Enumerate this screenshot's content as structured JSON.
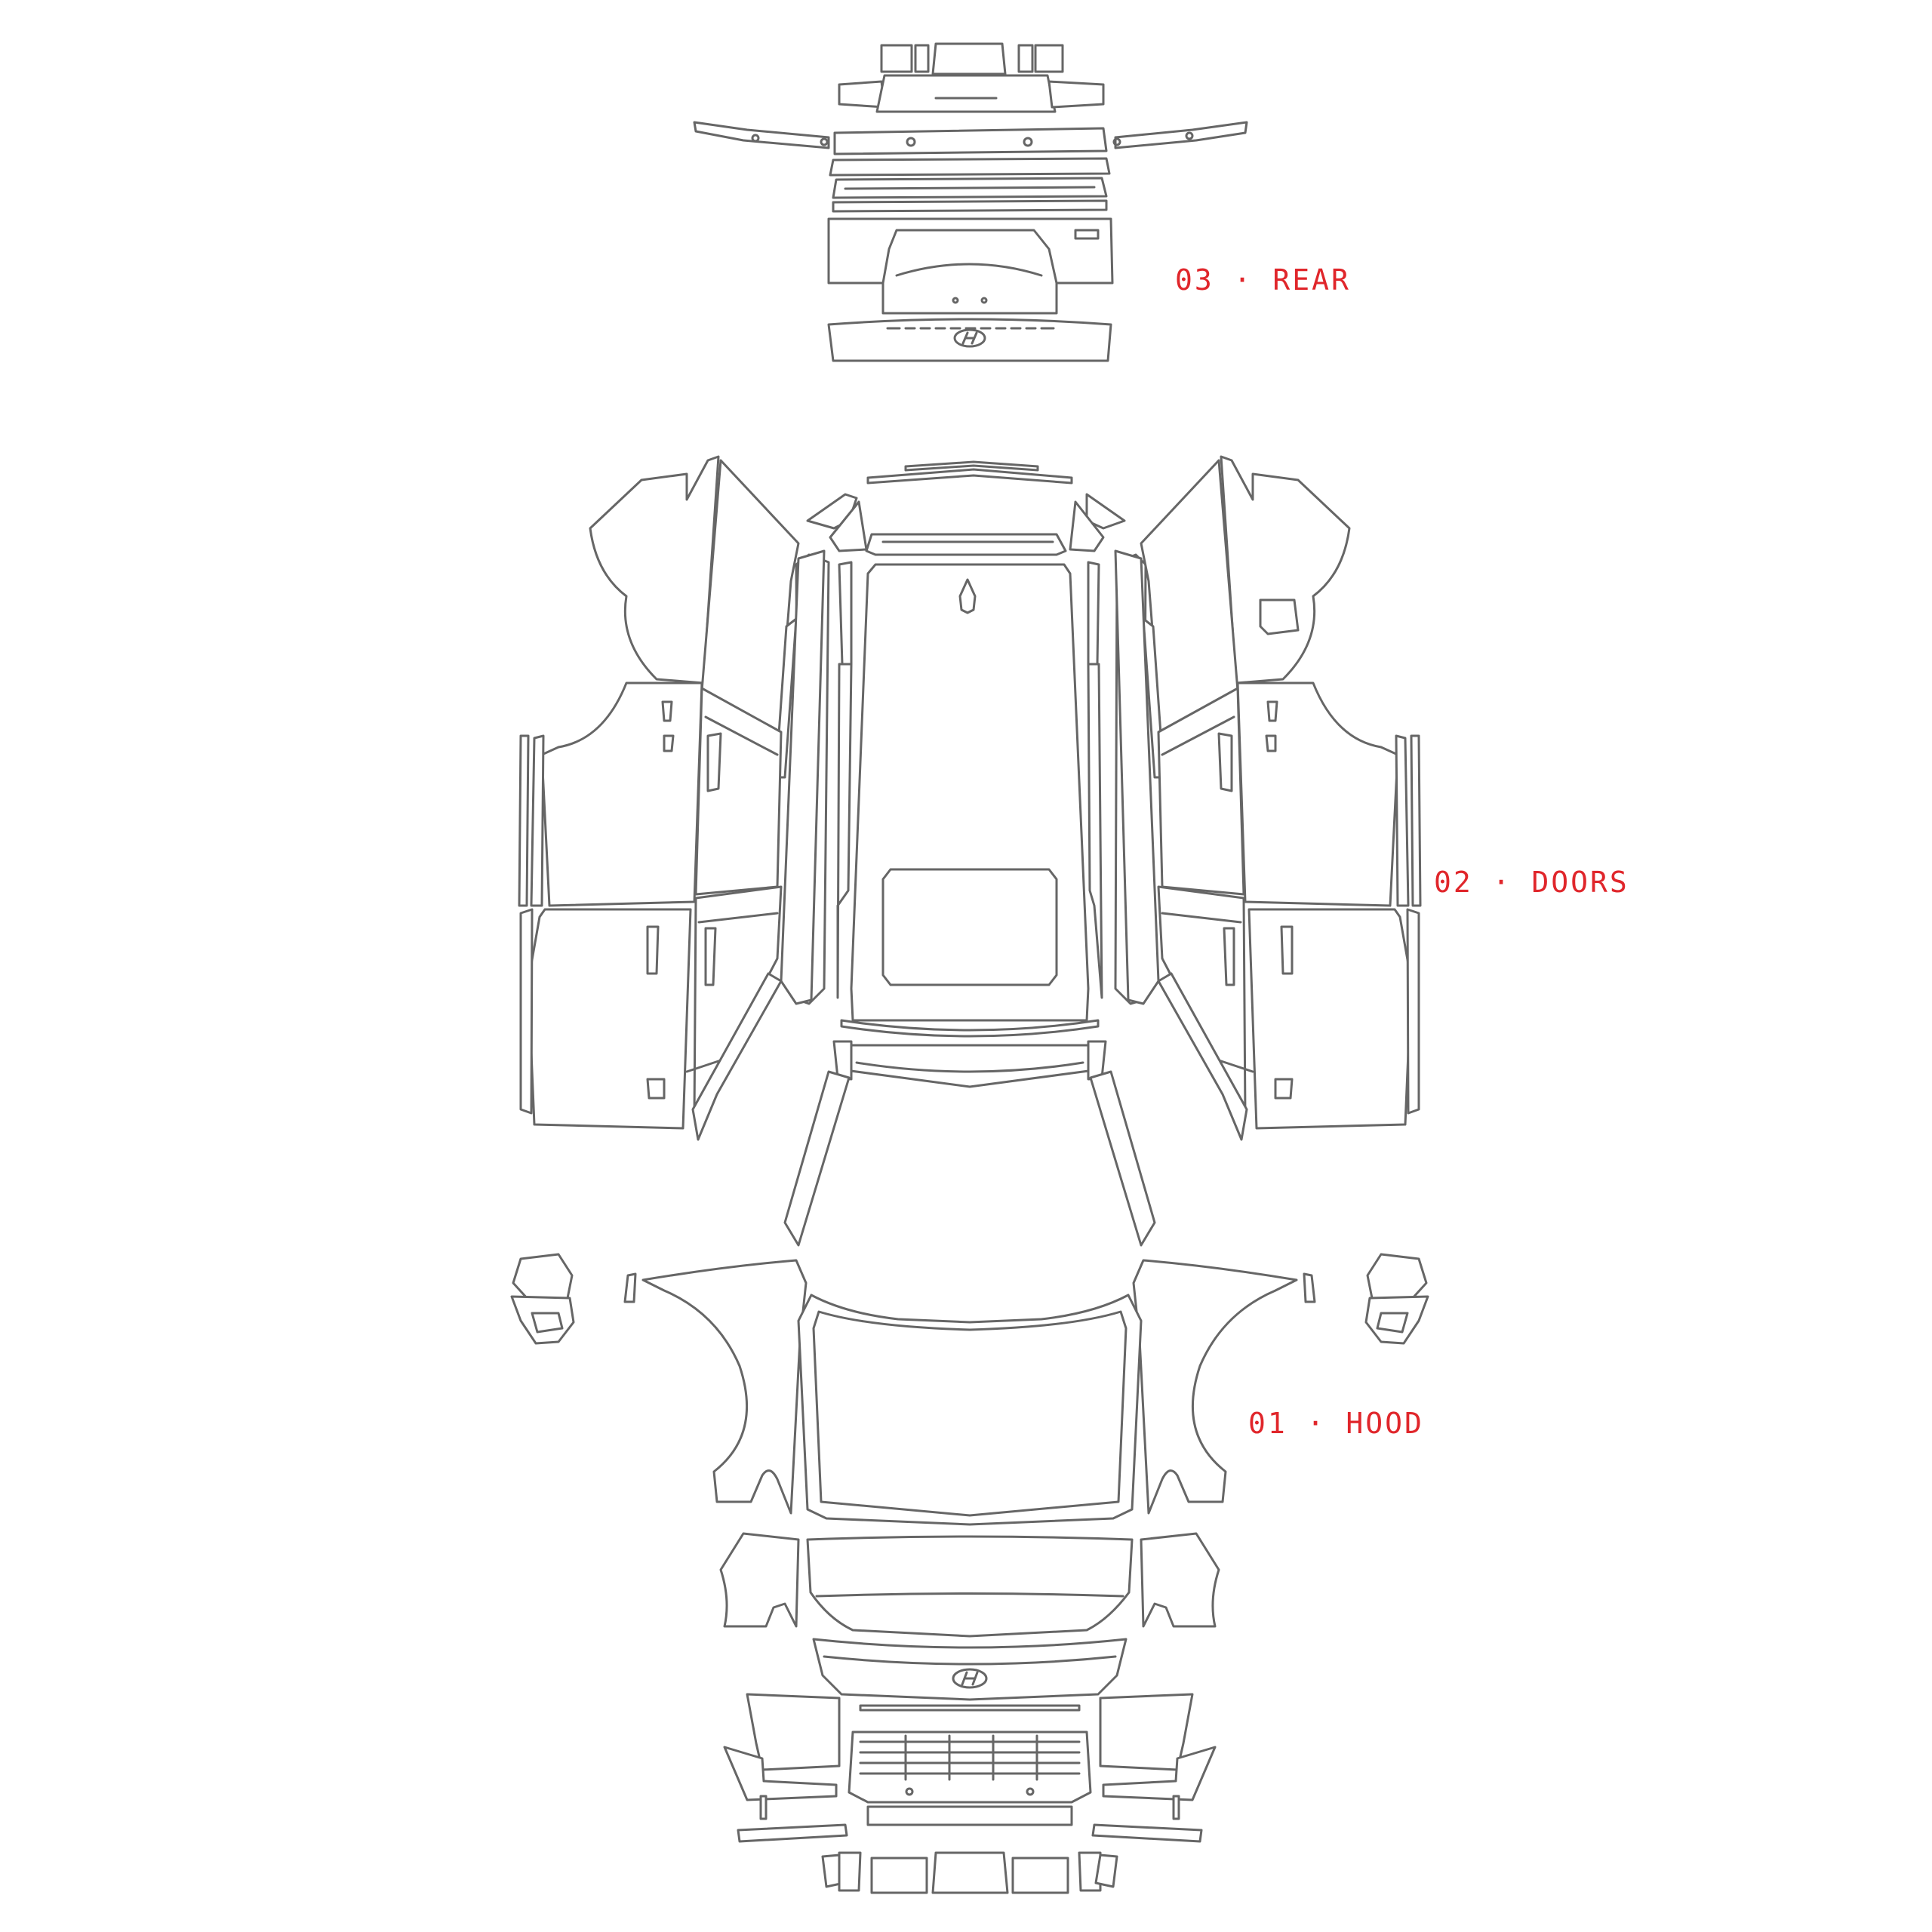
{
  "labels": {
    "rear": "03 · REAR",
    "doors": "02 · DOORS",
    "hood": "01 · HOOD"
  },
  "colors": {
    "label": "#e0262b",
    "outline": "#666666",
    "background": "#ffffff"
  },
  "logo_icon": "hyundai-logo-icon",
  "rear_badge_icon": "palisade-badge-icon"
}
